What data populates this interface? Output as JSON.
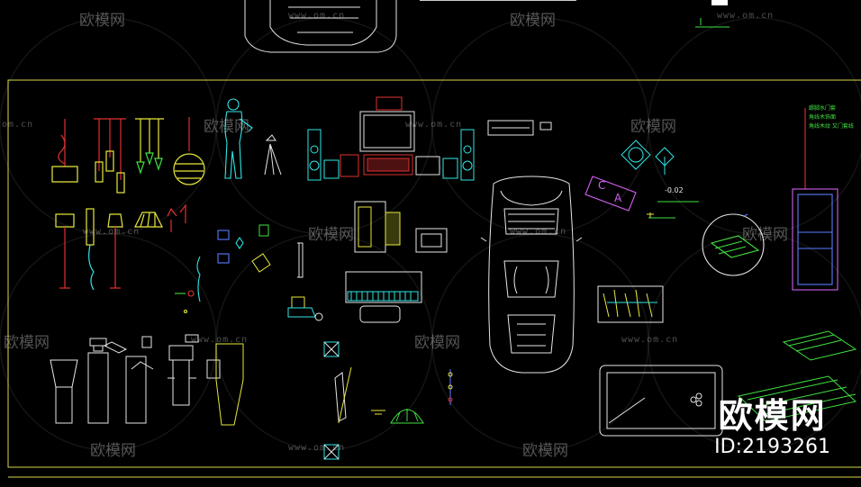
{
  "watermark": {
    "brand": "欧模网",
    "url": "www.om.cn",
    "url_partial": "om.cn"
  },
  "brand_overlay": {
    "logo": "欧模网",
    "id_label": "ID:2193261"
  },
  "cad": {
    "level_label": "-0.02",
    "tag_c": "C",
    "tag_a": "A",
    "legend_lines": [
      "踢脚水门套",
      "角线木饰面",
      "角线木纹 又门套线"
    ]
  },
  "colors": {
    "background": "#000000",
    "frame": "#d8d84a",
    "cyan": "#2fe6e6",
    "magenta": "#d060f0",
    "green": "#40e040",
    "red": "#e03030",
    "yellow": "#e8e83c",
    "white": "#e6e6e6",
    "blue": "#5a7cff"
  }
}
